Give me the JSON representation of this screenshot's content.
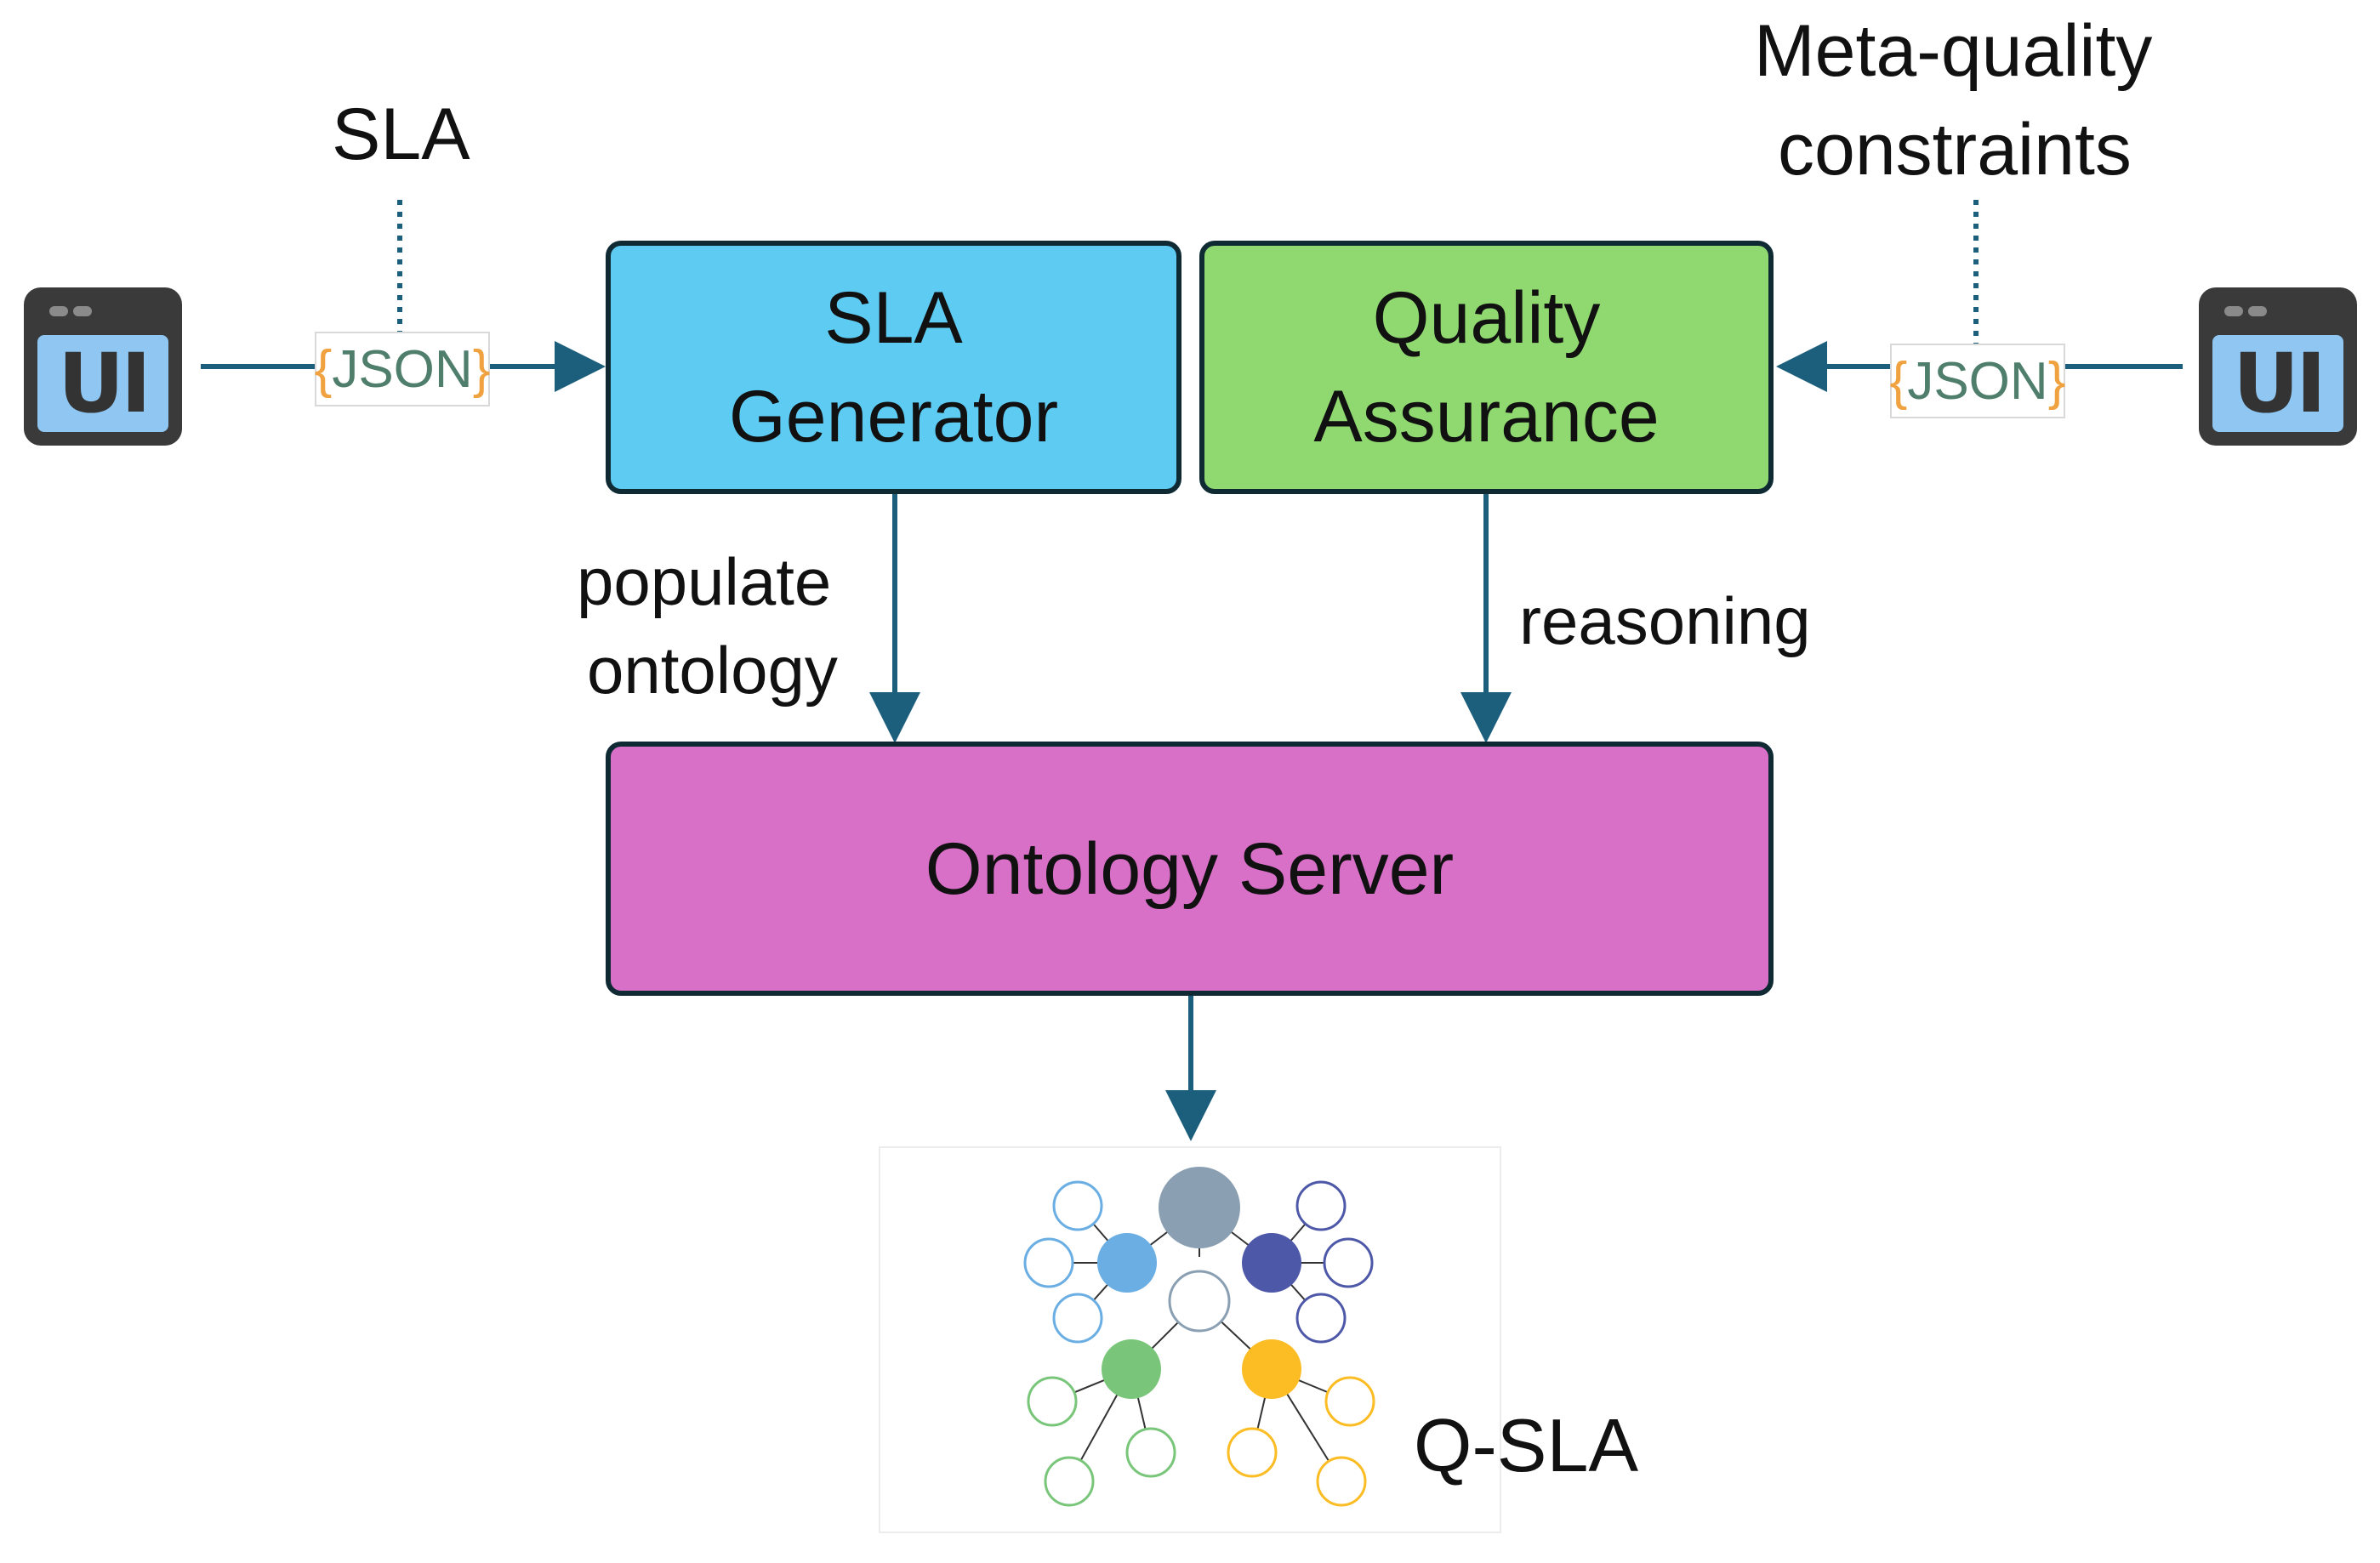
{
  "labels": {
    "sla": "SLA",
    "meta_quality_line1": "Meta-quality",
    "meta_quality_line2": "constraints",
    "populate_line1": "populate",
    "populate_line2": "ontology",
    "reasoning": "reasoning",
    "q_sla": "Q-SLA"
  },
  "boxes": {
    "sla_generator": {
      "line1": "SLA",
      "line2": "Generator",
      "color": "#5ecbf3"
    },
    "quality_assurance": {
      "line1": "Quality",
      "line2": "Assurance",
      "color": "#8fd970"
    },
    "ontology_server": {
      "label": "Ontology Server",
      "color": "#d870c8"
    }
  },
  "json_tags": {
    "left": {
      "open": "{",
      "text": "JSON",
      "close": "}"
    },
    "right": {
      "open": "{",
      "text": "JSON",
      "close": "}"
    }
  },
  "ui_icons": {
    "left": "UI",
    "right": "UI"
  },
  "colors": {
    "arrow": "#1c5f7c",
    "box_border": "#0f2a33",
    "json_text": "#4f7f6c",
    "json_brace": "#f0a240"
  }
}
